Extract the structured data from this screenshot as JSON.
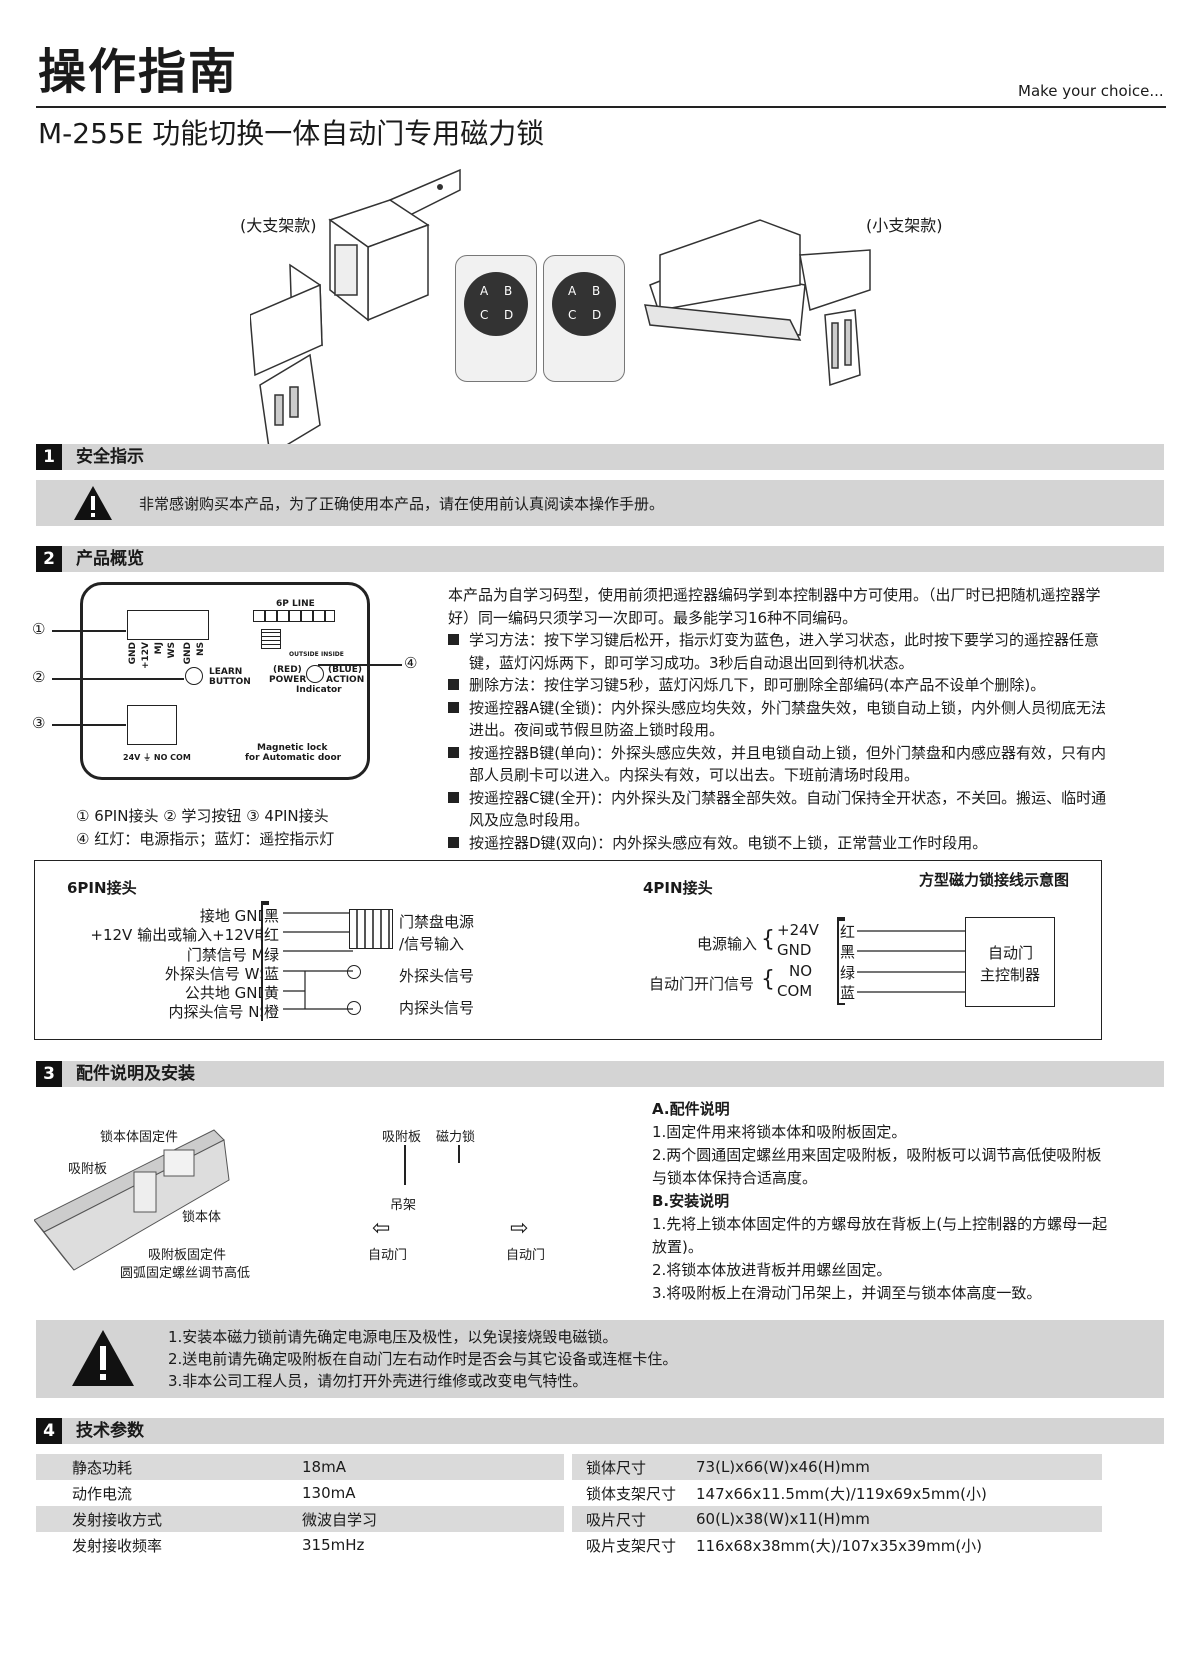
{
  "header": {
    "title": "操作指南",
    "tagline": "Make  your choice...",
    "subtitle": "M-255E 功能切换一体自动门专用磁力锁"
  },
  "hero": {
    "large_label": "(大支架款)",
    "small_label": "(小支架款)",
    "remote_keys": [
      "A",
      "B",
      "C",
      "D"
    ]
  },
  "s1": {
    "num": "1",
    "title": "安全指示",
    "notice": "非常感谢购买本产品，为了正确使用本产品，请在使用前认真阅读本操作手册。"
  },
  "s2": {
    "num": "2",
    "title": "产品概览",
    "panel": {
      "six_pin_line": "6P LINE",
      "pins": [
        "GND",
        "+12V",
        "MJ",
        "WS",
        "GND",
        "NS"
      ],
      "learn": "LEARN",
      "button": "BUTTON",
      "red": "(RED)",
      "blue": "(BLUE)",
      "power": "POWER",
      "action": "ACTION",
      "indicator": "Indicator",
      "outside": "OUTSIDE",
      "inside": "INSIDE",
      "bottom": "24V  ⏚ NO COM",
      "title1": "Magnetic lock",
      "title2": "for Automatic door",
      "c1": "①",
      "c2": "②",
      "c3": "③",
      "c4": "④"
    },
    "legend1": "① 6PIN接头    ② 学习按钮    ③ 4PIN接头",
    "legend2": "④ 红灯：电源指示；蓝灯：遥控指示灯",
    "intro": "本产品为自学习码型，使用前须把遥控器编码学到本控制器中方可使用。（出厂时已把随机遥控器学好）同一编码只须学习一次即可。最多能学习16种不同编码。",
    "bullets": [
      "学习方法：按下学习键后松开，指示灯变为蓝色，进入学习状态，此时按下要学习的遥控器任意键，蓝灯闪烁两下，即可学习成功。3秒后自动退出回到待机状态。",
      "删除方法：按住学习键5秒，蓝灯闪烁几下，即可删除全部编码(本产品不设单个删除)。",
      "按遥控器A键(全锁)：内外探头感应均失效，外门禁盘失效，电锁自动上锁，内外侧人员彻底无法进出。夜间或节假旦防盗上锁时段用。",
      "按遥控器B键(单向)：外探头感应失效，并且电锁自动上锁，但外门禁盘和内感应器有效，只有内部人员刷卡可以进入。内探头有效，可以出去。下班前清场时段用。",
      "按遥控器C键(全开)：内外探头及门禁器全部失效。自动门保持全开状态，不关回。搬运、临时通风及应急时段用。",
      "按遥控器D键(双向)：内外探头感应有效。电锁不上锁，正常营业工作时段用。"
    ]
  },
  "wiring": {
    "six_title": "6PIN接头",
    "four_title": "4PIN接头",
    "diagram_title": "方型磁力锁接线示意图",
    "six_rows": [
      [
        "接地 GND",
        "黑"
      ],
      [
        "+12V 输出或输入+12V电",
        "红"
      ],
      [
        "门禁信号 MJ",
        "绿"
      ],
      [
        "外探头信号 WS",
        "蓝"
      ],
      [
        "公共地 GND",
        "黄"
      ],
      [
        "内探头信号 NS",
        "橙"
      ]
    ],
    "access_label_1": "门禁盘电源",
    "access_label_2": "/信号输入",
    "outside_probe": "外探头信号",
    "inside_probe": "内探头信号",
    "power_in": "电源输入",
    "door_signal": "自动门开门信号",
    "four_rows": [
      [
        "+24V",
        "红"
      ],
      [
        "GND",
        "黑"
      ],
      [
        "NO",
        "绿"
      ],
      [
        "COM",
        "蓝"
      ]
    ],
    "controller_1": "自动门",
    "controller_2": "主控制器"
  },
  "s3": {
    "num": "3",
    "title": "配件说明及安装",
    "labels": {
      "fixing": "锁本体固定件",
      "plate": "吸附板",
      "body": "锁本体",
      "plate_fix": "吸附板固定件",
      "arc": "圆弧固定螺丝调节高低",
      "plate2": "吸附板",
      "maglock": "磁力锁",
      "hanger": "吊架",
      "door_left": "自动门",
      "door_right": "自动门"
    },
    "a_title": "A.配件说明",
    "a1": "1.固定件用来将锁本体和吸附板固定。",
    "a2": "2.两个圆通固定螺丝用来固定吸附板，吸附板可以调节高低使吸附板与锁本体保持合适高度。",
    "b_title": "B.安装说明",
    "b1": "1.先将上锁本体固定件的方螺母放在背板上(与上控制器的方螺母一起放置)。",
    "b2": "2.将锁本体放进背板并用螺丝固定。",
    "b3": "3.将吸附板上在滑动门吊架上，并调至与锁本体高度一致。",
    "warn": [
      "1.安装本磁力锁前请先确定电源电压及极性，以免误接烧毁电磁锁。",
      "2.送电前请先确定吸附板在自动门左右动作时是否会与其它设备或连框卡住。",
      "3.非本公司工程人员，请勿打开外壳进行维修或改变电气特性。"
    ]
  },
  "s4": {
    "num": "4",
    "title": "技术参数",
    "left": [
      [
        "静态功耗",
        "18mA"
      ],
      [
        "动作电流",
        "130mA"
      ],
      [
        "发射接收方式",
        "微波自学习"
      ],
      [
        "发射接收频率",
        "315mHz"
      ]
    ],
    "right": [
      [
        "锁体尺寸",
        "73(L)x66(W)x46(H)mm"
      ],
      [
        "锁体支架尺寸",
        "147x66x11.5mm(大)/119x69x5mm(小)"
      ],
      [
        "吸片尺寸",
        "60(L)x38(W)x11(H)mm"
      ],
      [
        "吸片支架尺寸",
        "116x68x38mm(大)/107x35x39mm(小)"
      ]
    ]
  }
}
